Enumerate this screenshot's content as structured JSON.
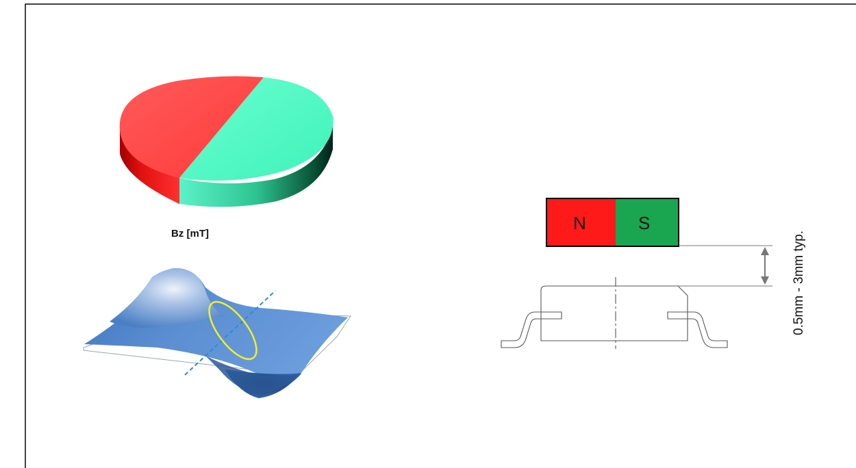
{
  "field_label": "Bz [mT]",
  "magnet": {
    "north_label": "N",
    "south_label": "S",
    "north_color": "#ff1a1a",
    "south_color": "#1aa550"
  },
  "disc": {
    "red_color": "#ff4d4d",
    "green_color": "#4dffc4"
  },
  "air_gap_label": "0.5mm - 3mm typ.",
  "surface_color": "#4a7fc4",
  "ellipse_color": "#f2ee2b",
  "axis_line_color": "#2a8ad8"
}
